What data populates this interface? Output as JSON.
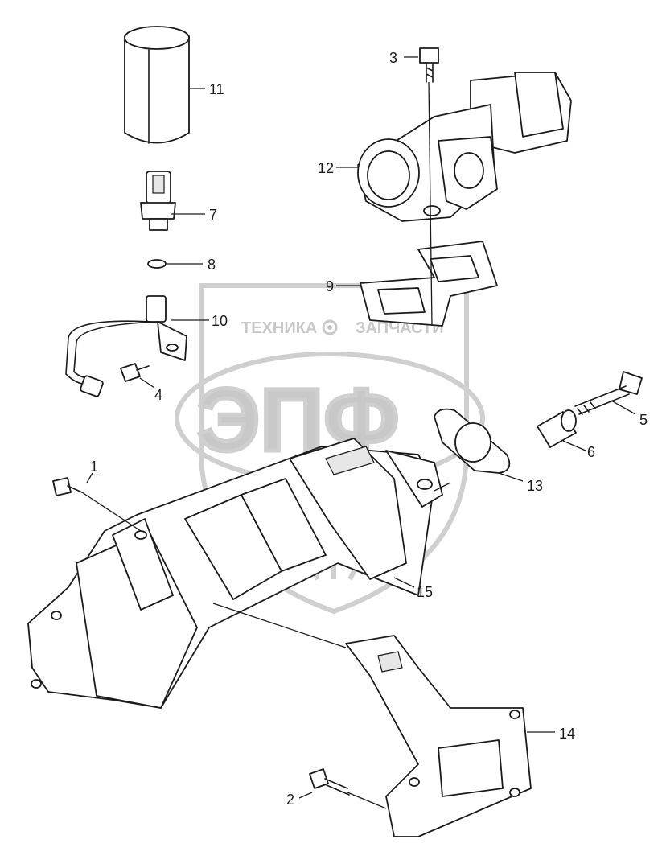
{
  "watermark": {
    "line1_left": "ТЕХНИКА",
    "line1_right": "ЗАПЧАСТИ",
    "logo": "ЭПФ",
    "gear_icon": "gear-icon"
  },
  "callouts": [
    {
      "id": "1",
      "label": "1"
    },
    {
      "id": "2",
      "label": "2"
    },
    {
      "id": "3",
      "label": "3"
    },
    {
      "id": "4",
      "label": "4"
    },
    {
      "id": "5",
      "label": "5"
    },
    {
      "id": "6",
      "label": "6"
    },
    {
      "id": "7",
      "label": "7"
    },
    {
      "id": "8",
      "label": "8"
    },
    {
      "id": "9",
      "label": "9"
    },
    {
      "id": "10",
      "label": "10"
    },
    {
      "id": "11",
      "label": "11"
    },
    {
      "id": "12",
      "label": "12"
    },
    {
      "id": "13",
      "label": "13"
    },
    {
      "id": "14",
      "label": "14"
    },
    {
      "id": "15",
      "label": "15"
    }
  ]
}
